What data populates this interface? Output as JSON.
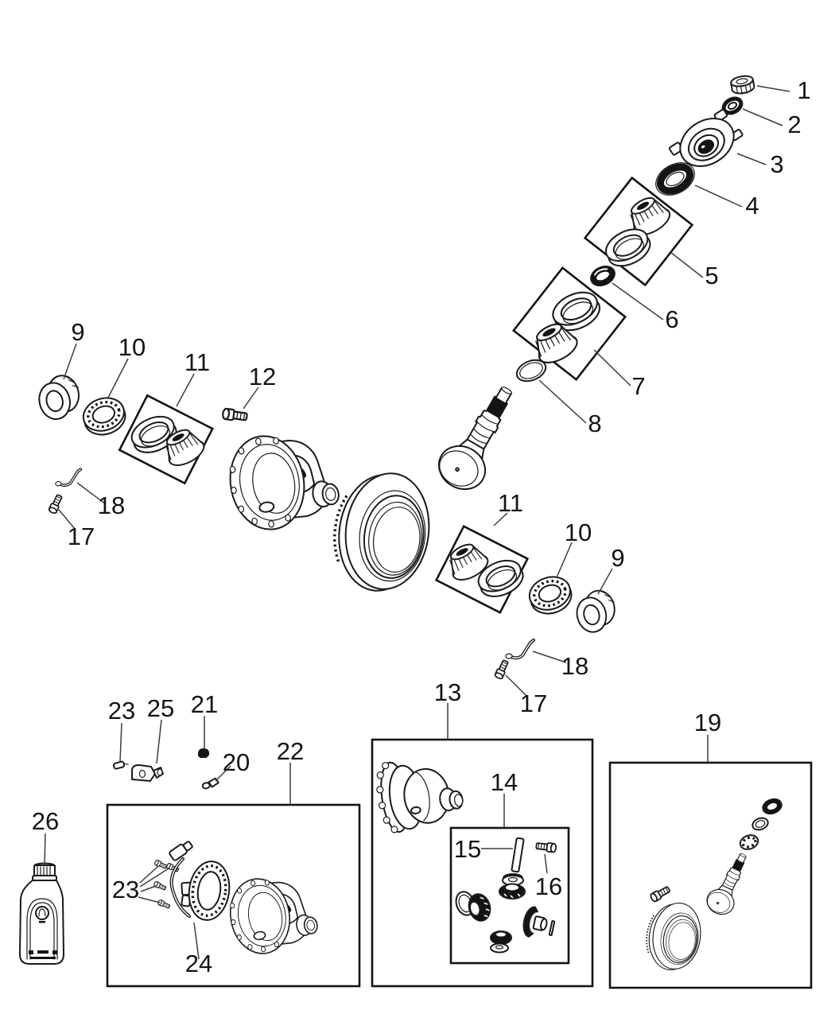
{
  "figure": {
    "kind": "exploded-parts-diagram",
    "background": "#ffffff",
    "ink": "#1a1a1a",
    "leader_color": "#3d3d3d"
  },
  "callouts": {
    "n1": "1",
    "n2": "2",
    "n3": "3",
    "n4": "4",
    "n5": "5",
    "n6": "6",
    "n7": "7",
    "n8": "8",
    "n9_left": "9",
    "n10_left": "10",
    "n11_left": "11",
    "n12": "12",
    "n11_mid": "11",
    "n10_mid": "10",
    "n9_mid": "9",
    "n17_left": "17",
    "n18_left": "18",
    "n17_right": "17",
    "n18_right": "18",
    "n13": "13",
    "n14": "14",
    "n15": "15",
    "n16": "16",
    "n19": "19",
    "n20": "20",
    "n21": "21",
    "n22": "22",
    "n23_top": "23",
    "n23_box": "23",
    "n24": "24",
    "n25": "25",
    "n26": "26"
  }
}
